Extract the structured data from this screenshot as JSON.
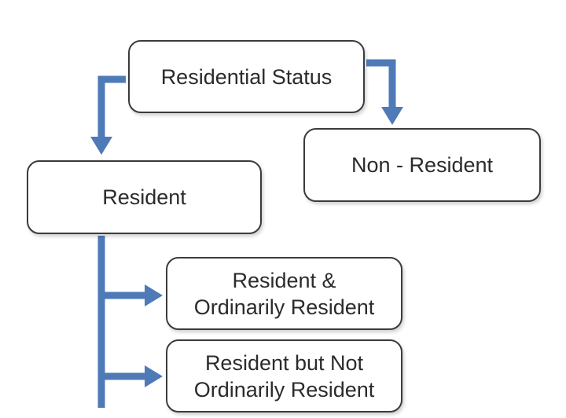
{
  "diagram": {
    "colors": {
      "arrow": "#4f7ab8",
      "box_border": "#3b3b3b",
      "text": "#2b2b2b",
      "background": "#ffffff"
    },
    "nodes": {
      "root": {
        "label": "Residential Status"
      },
      "non_resident": {
        "label": "Non - Resident"
      },
      "resident": {
        "label": "Resident"
      },
      "ror": {
        "line1": "Resident &",
        "line2": "Ordinarily Resident"
      },
      "rnor": {
        "line1": "Resident but Not",
        "line2": "Ordinarily Resident"
      }
    },
    "edges": [
      {
        "from": "root",
        "to": "resident"
      },
      {
        "from": "root",
        "to": "non_resident"
      },
      {
        "from": "resident",
        "to": "ror"
      },
      {
        "from": "resident",
        "to": "rnor"
      }
    ]
  }
}
